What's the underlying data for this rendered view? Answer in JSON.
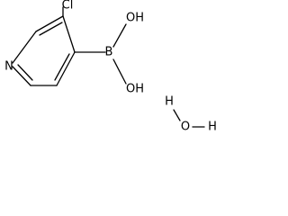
{
  "molecule": {
    "ring_atoms": {
      "nitrogen": "N"
    },
    "substituents": {
      "chlorine": "Cl",
      "boron": "B",
      "hydroxyl_upper": "OH",
      "hydroxyl_lower": "OH"
    },
    "water": {
      "hydrogen_left": "H",
      "oxygen": "O",
      "hydrogen_right": "H"
    }
  }
}
